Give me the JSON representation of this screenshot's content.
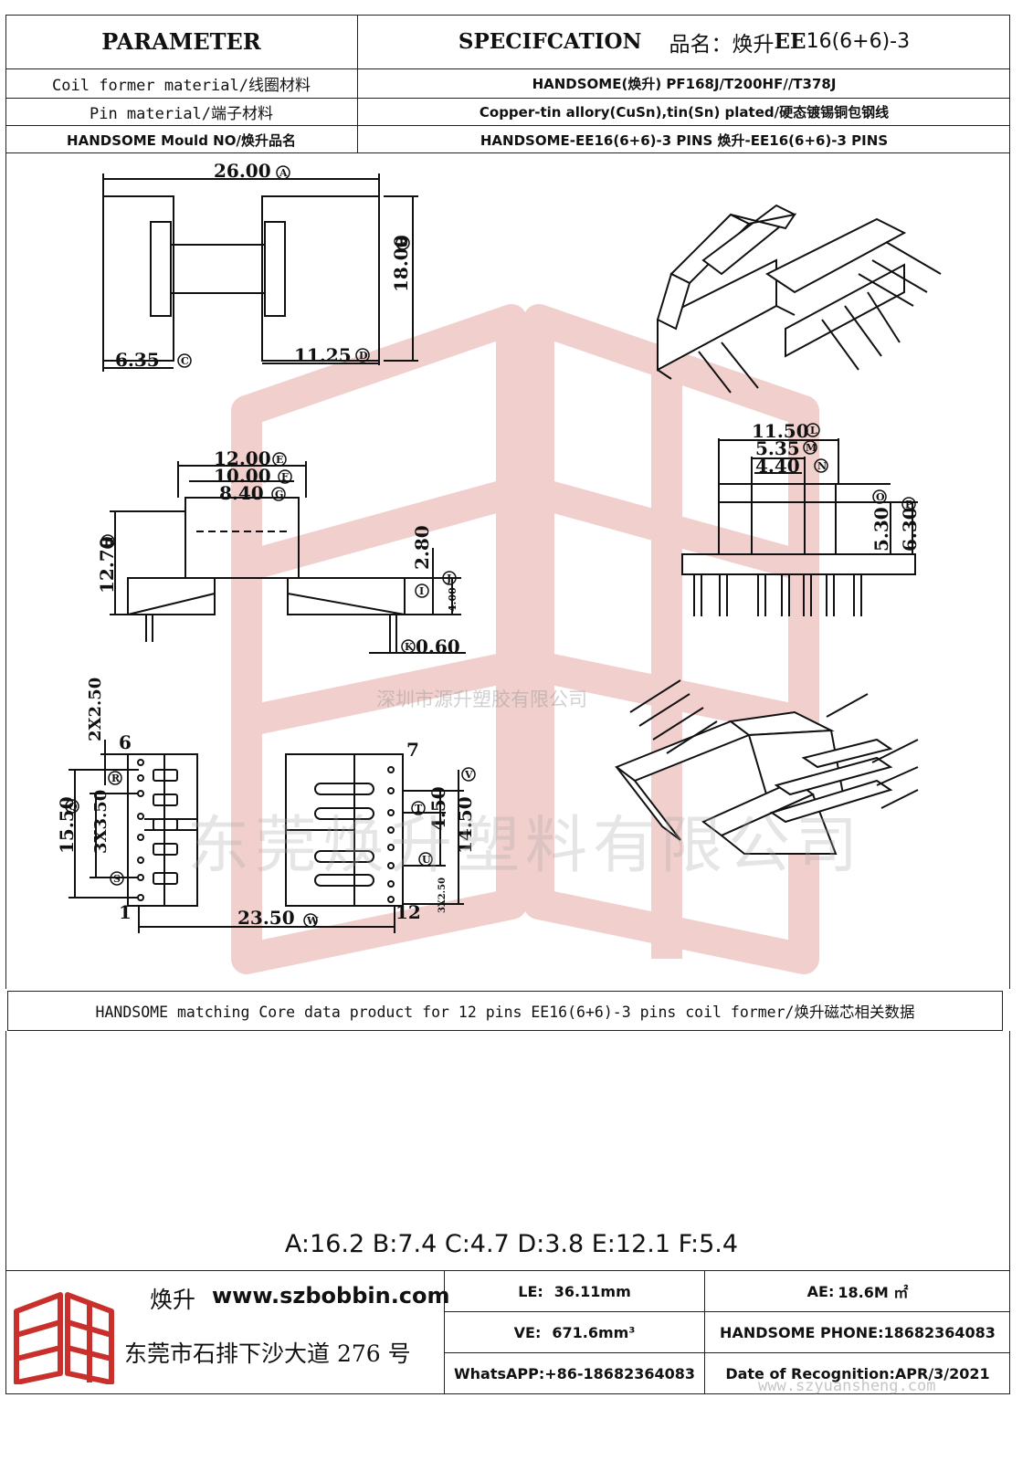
{
  "header": {
    "parameter_label": "PARAMETER",
    "spec_label": "SPECIFCATION",
    "product_name_prefix": "品名：焕升",
    "product_model_bold": "EE",
    "product_model_rest": "16(6+6)-3"
  },
  "rows": [
    {
      "label": "Coil former material/线圈材料",
      "value": "HANDSOME(焕升)   PF168J/T200HF//T378J"
    },
    {
      "label": "Pin material/端子材料",
      "value": "Copper-tin allory(CuSn),tin(Sn) plated/硬态镀锡铜包钢线"
    },
    {
      "label": "HANDSOME Mould NO/焕升品名",
      "value": "HANDSOME-EE16(6+6)-3 PINS    焕升-EE16(6+6)-3 PINS"
    }
  ],
  "drawing": {
    "top_view": {
      "dim_width": "26.00",
      "tag_a": "A",
      "dim_height": "18.00",
      "tag_b": "B",
      "dim_left": "6.35",
      "tag_c": "C",
      "dim_right": "11.25",
      "tag_d": "D"
    },
    "side_view": {
      "dim_e": "12.00",
      "tag_e": "E",
      "dim_f": "10.00",
      "tag_f": "F",
      "dim_g": "8.40",
      "tag_g": "G",
      "dim_h": "12.70",
      "tag_h": "H",
      "dim_i": "2.80",
      "tag_i": "I",
      "dim_j": "4.00",
      "tag_j": "J",
      "dim_k": "0.60",
      "tag_k": "K"
    },
    "front_view": {
      "dim_l": "11.50",
      "tag_l": "L",
      "dim_m": "5.35",
      "tag_m": "M",
      "dim_n": "4.40",
      "tag_n": "N",
      "tag_o": "O",
      "dim_p1": "5.30",
      "dim_p2": "6.30",
      "tag_p": "P"
    },
    "bottom_view": {
      "dim_pitch_top": "2X2.50",
      "dim_q": "15.50",
      "tag_q": "Q",
      "dim_r": "3X3.50",
      "tag_r": "R",
      "tag_s": "S",
      "dim_t": "4.50",
      "tag_t": "T",
      "tag_u": "U",
      "dim_v": "14.50",
      "tag_v": "V",
      "dim_pitch_bottom": "3X2.50",
      "dim_w": "23.50",
      "tag_w": "W",
      "pin_1": "1",
      "pin_6": "6",
      "pin_7": "7",
      "pin_12": "12"
    }
  },
  "watermarks": {
    "company_small": "深圳市源升塑胶有限公司",
    "company_large": "东莞焕升塑料有限公司"
  },
  "core_section": {
    "title": "HANDSOME matching Core data  product for 12 pins EE16(6+6)-3 pins coil former/焕升磁芯相关数据",
    "core_labels": {
      "a": "A",
      "b": "B",
      "c": "C",
      "d": "D",
      "e": "E",
      "f": "F"
    },
    "dims": "A:16.2 B:7.4 C:4.7 D:3.8 E:12.1 F:5.4"
  },
  "footer": {
    "brand": "焕升",
    "website": "www.szbobbin.com",
    "address": "东莞市石排下沙大道 276 号",
    "logo_text": "焕升",
    "le_label": "LE:",
    "le_value": "36.11mm",
    "ae_label": "AE:",
    "ae_value": "18.6M ㎡",
    "ve_label": "VE:",
    "ve_value": "671.6mm³",
    "phone": "HANDSOME PHONE:18682364083",
    "whatsapp": "WhatsAPP:+86-18682364083",
    "date": "Date of Recognition:APR/3/2021",
    "watermark_url": "www.szyuansheng.com"
  },
  "colors": {
    "line": "#111111",
    "watermark_red": "#e8b2ae"
  }
}
